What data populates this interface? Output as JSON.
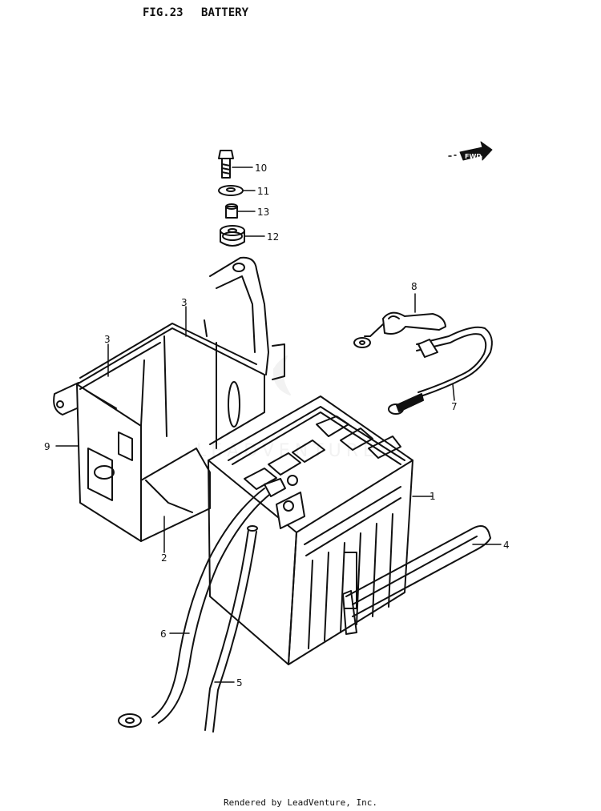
{
  "header": {
    "fig_label": "FIG.23",
    "title": "BATTERY"
  },
  "fwd_label": "FWD",
  "watermark": "LEADVENTURE",
  "callouts": [
    "1",
    "2",
    "3",
    "3",
    "4",
    "5",
    "6",
    "7",
    "8",
    "9",
    "10",
    "11",
    "12",
    "13"
  ],
  "footer": {
    "credit": "Rendered by LeadVenture, Inc."
  }
}
